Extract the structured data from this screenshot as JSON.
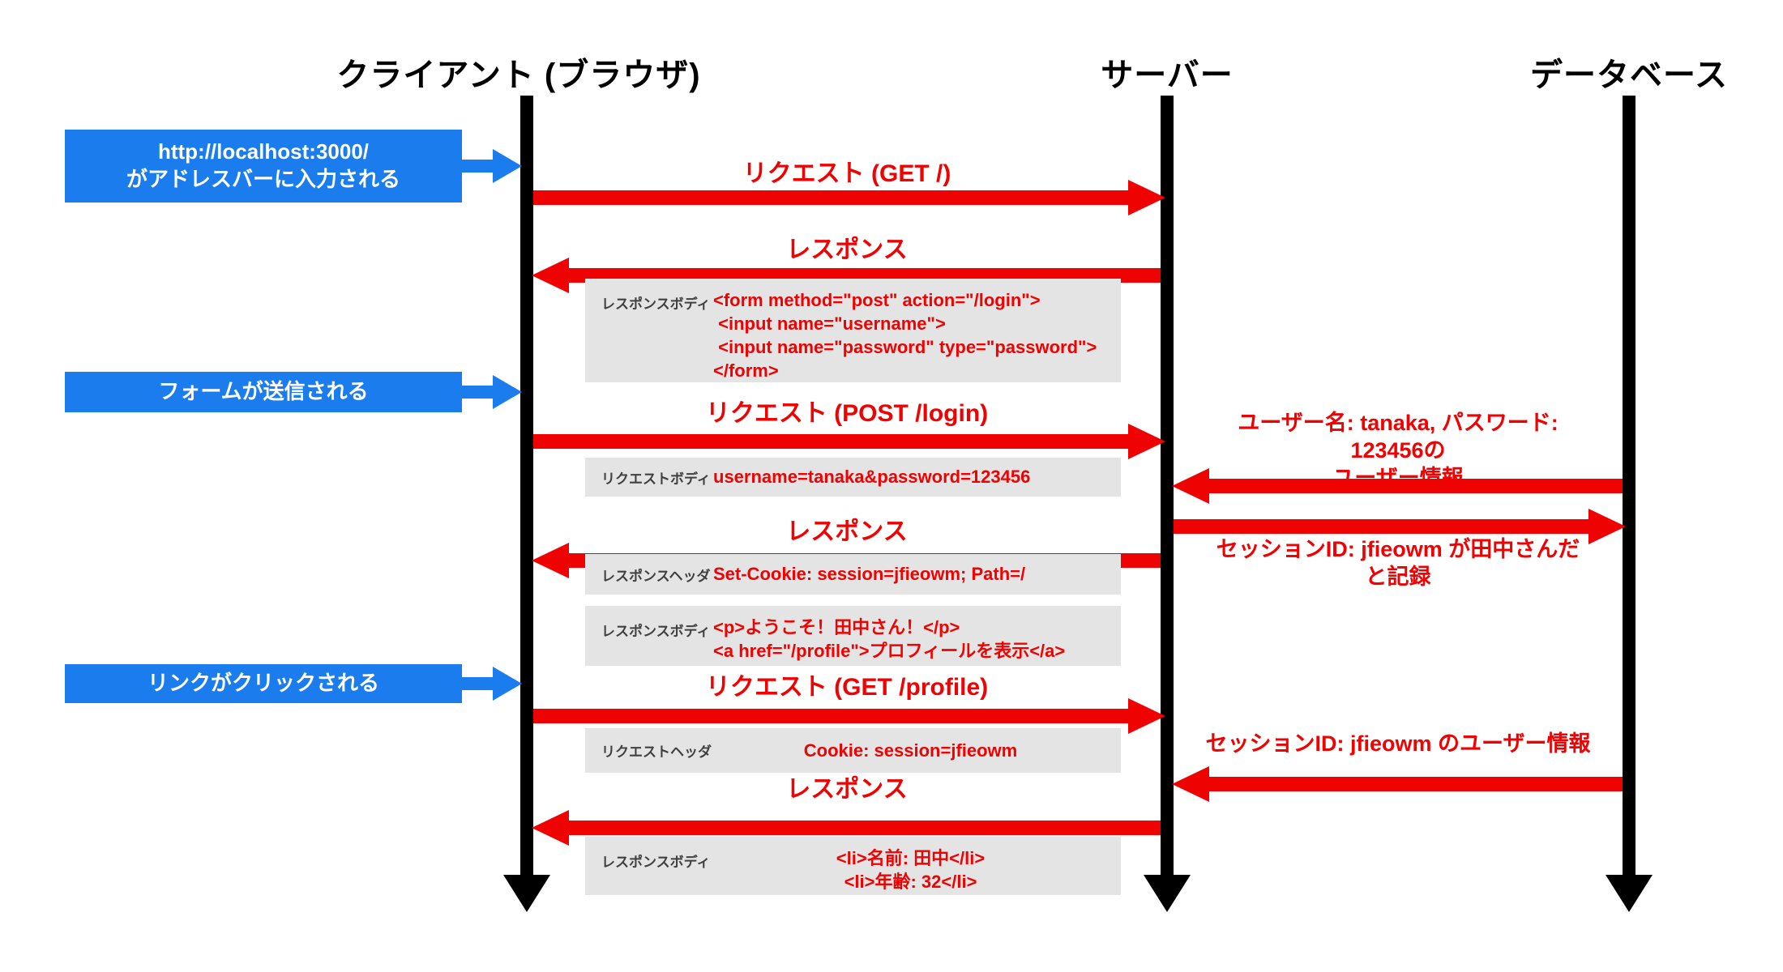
{
  "actors": [
    {
      "id": "client",
      "label": "クライアント (ブラウザ)"
    },
    {
      "id": "server",
      "label": "サーバー"
    },
    {
      "id": "database",
      "label": "データベース"
    }
  ],
  "browser_events": [
    {
      "text": "http://localhost:3000/\nがアドレスバーに入力される"
    },
    {
      "text": "フォームが送信される"
    },
    {
      "text": "リンクがクリックされる"
    }
  ],
  "messages": [
    {
      "from": "client",
      "to": "server",
      "text": "リクエスト (GET /)"
    },
    {
      "from": "server",
      "to": "client",
      "text": "レスポンス"
    },
    {
      "from": "client",
      "to": "server",
      "text": "リクエスト (POST /login)"
    },
    {
      "from": "database",
      "to": "server",
      "text": "ユーザー名: tanaka, パスワード: 123456の\nユーザー情報"
    },
    {
      "from": "server",
      "to": "database",
      "text": "セッションID: jfieowm が田中さんだと記録"
    },
    {
      "from": "server",
      "to": "client",
      "text": "レスポンス"
    },
    {
      "from": "client",
      "to": "server",
      "text": "リクエスト (GET /profile)"
    },
    {
      "from": "database",
      "to": "server",
      "text": "セッションID: jfieowm のユーザー情報"
    },
    {
      "from": "server",
      "to": "client",
      "text": "レスポンス"
    }
  ],
  "payload_boxes": [
    {
      "tag": "レスポンスボディ",
      "code": "<form method=\"post\" action=\"/login\">\n <input name=\"username\">\n <input name=\"password\" type=\"password\">\n</form>"
    },
    {
      "tag": "リクエストボディ",
      "code": "username=tanaka&password=123456"
    },
    {
      "tag": "レスポンスヘッダ",
      "code": "Set-Cookie: session=jfieowm; Path=/"
    },
    {
      "tag": "レスポンスボディ",
      "code": "<p>ようこそ！田中さん！</p>\n<a href=\"/profile\">プロフィールを表示</a>"
    },
    {
      "tag": "リクエストヘッダ",
      "code": "Cookie: session=jfieowm"
    },
    {
      "tag": "レスポンスボディ",
      "code": "<li>名前: 田中</li>\n<li>年齢: 32</li>"
    }
  ],
  "colors": {
    "accent_blue": "#1b7ced",
    "accent_red": "#ee0202",
    "lifeline_black": "#000000",
    "payload_gray": "#e4e4e4",
    "tag_text": "#404040"
  }
}
